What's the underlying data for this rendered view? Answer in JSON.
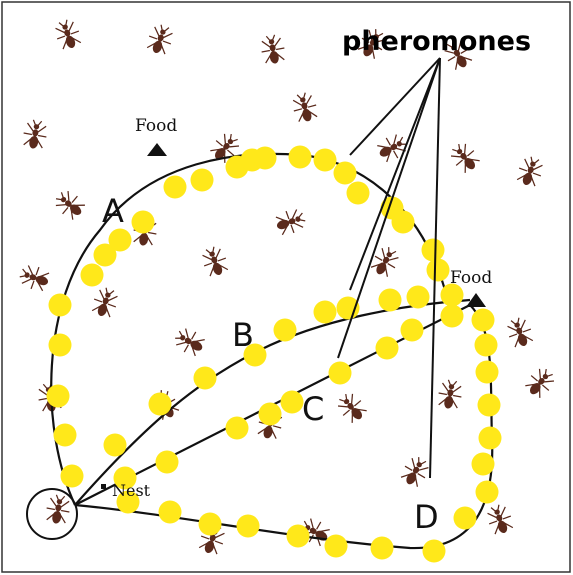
{
  "labels": {
    "pheromones": "pheromones",
    "food_top": "Food",
    "food_right": "Food",
    "nest": "Nest",
    "path_a": "A",
    "path_b": "B",
    "path_c": "C",
    "path_d": "D"
  },
  "colors": {
    "pheromone": "#ffe81a",
    "path": "#111111",
    "ant": "#5a2a1c",
    "frame": "#333333"
  },
  "icons": {
    "food_marker": "triangle-icon",
    "nest_marker": "nest-circle-icon",
    "ant": "ant-icon"
  }
}
